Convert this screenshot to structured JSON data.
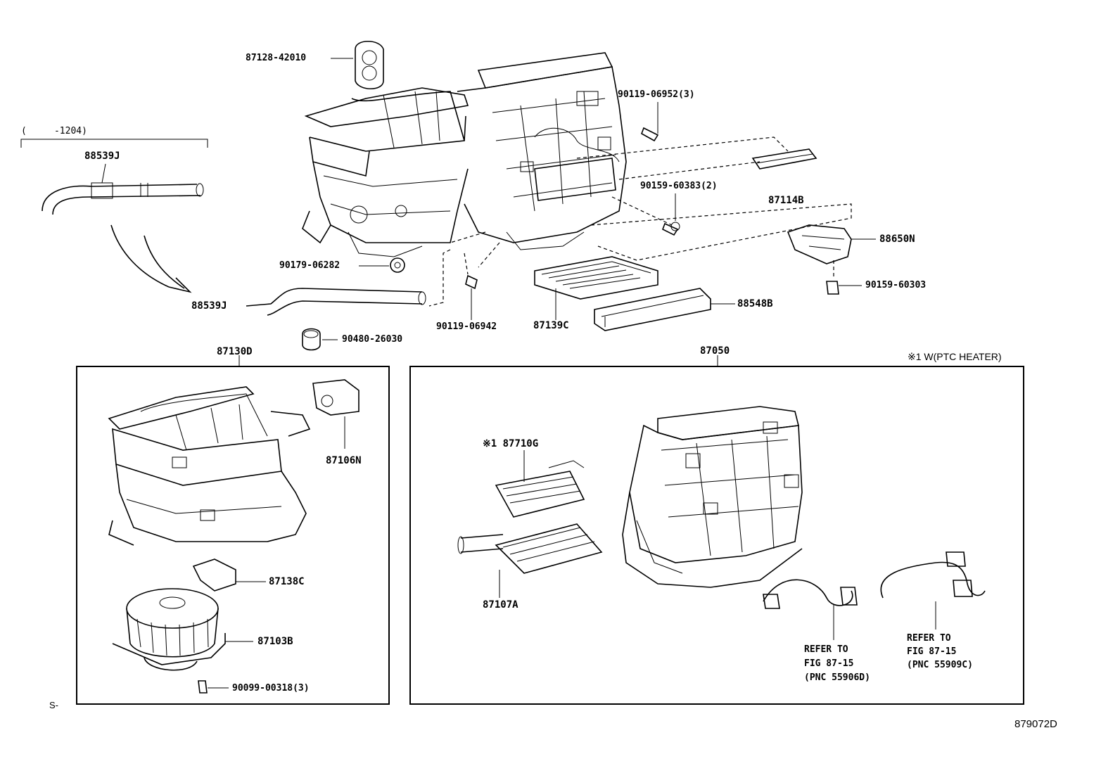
{
  "callouts": {
    "grommet": "87128-42010",
    "screw_3_top": "90119-06952(3)",
    "range": "(     -1204)",
    "hose_old": "88539J",
    "hose_new": "88539J",
    "filter_cover": "87114B",
    "screw_2": "90159-60383(2)",
    "amp": "88650N",
    "clip": "90179-06282",
    "screw_amp": "90159-60303",
    "filter_frame": "88548B",
    "air_filter": "87139C",
    "screw_mid": "90119-06942",
    "grommet_small": "90480-26030",
    "blower_assy": "87130D",
    "heater_assy": "87050",
    "ptc_note": "※1 W(PTC HEATER)",
    "servo": "87106N",
    "ptc_heater": "※1 87710G",
    "resistor": "87138C",
    "heater_core": "87107A",
    "blower_motor": "87103B",
    "screw_motor": "90099-00318(3)",
    "refer1_line1": "REFER TO",
    "refer1_line2": "FIG 87-15",
    "refer1_line3": "(PNC 55906D)",
    "refer2_line1": "REFER TO",
    "refer2_line2": "FIG 87-15",
    "refer2_line3": "(PNC 55909C)",
    "corner_mark": "S-",
    "figure_id": "879072D"
  }
}
